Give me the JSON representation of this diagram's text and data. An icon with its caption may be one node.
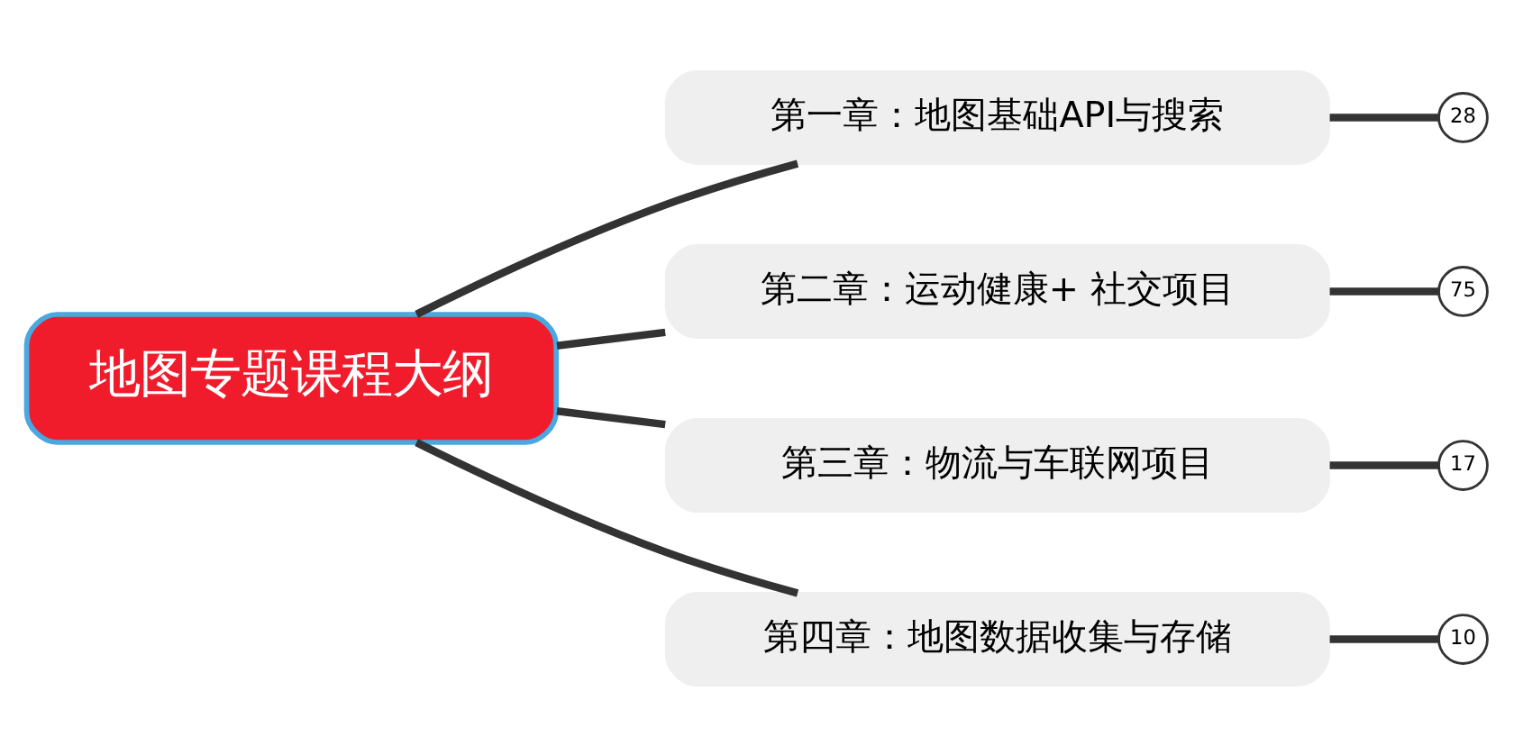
{
  "diagram": {
    "nodes": [
      {
        "text": [
          "地图专题课程大纲"
        ]
      },
      {
        "text": [
          "第一章：地图基础API与搜索"
        ]
      },
      {
        "text": [
          "第二章：运动健康+ 社交项目"
        ]
      },
      {
        "text": [
          "第三章：物流与车联网项目"
        ]
      },
      {
        "text": [
          "第四章：地图数据收集与存储"
        ]
      },
      {
        "text": [
          "28"
        ]
      },
      {
        "text": [
          "75"
        ]
      },
      {
        "text": [
          "17"
        ]
      },
      {
        "text": [
          "10"
        ]
      }
    ],
    "edges": [
      {
        "from": 0,
        "to": 1,
        "arrow": "none"
      },
      {
        "from": 0,
        "to": 2,
        "arrow": "none"
      },
      {
        "from": 0,
        "to": 3,
        "arrow": "none"
      },
      {
        "from": 0,
        "to": 4,
        "arrow": "none"
      },
      {
        "from": 1,
        "to": 5,
        "arrow": "none"
      },
      {
        "from": 2,
        "to": 6,
        "arrow": "none"
      },
      {
        "from": 3,
        "to": 7,
        "arrow": "none"
      },
      {
        "from": 4,
        "to": 8,
        "arrow": "none"
      }
    ]
  }
}
